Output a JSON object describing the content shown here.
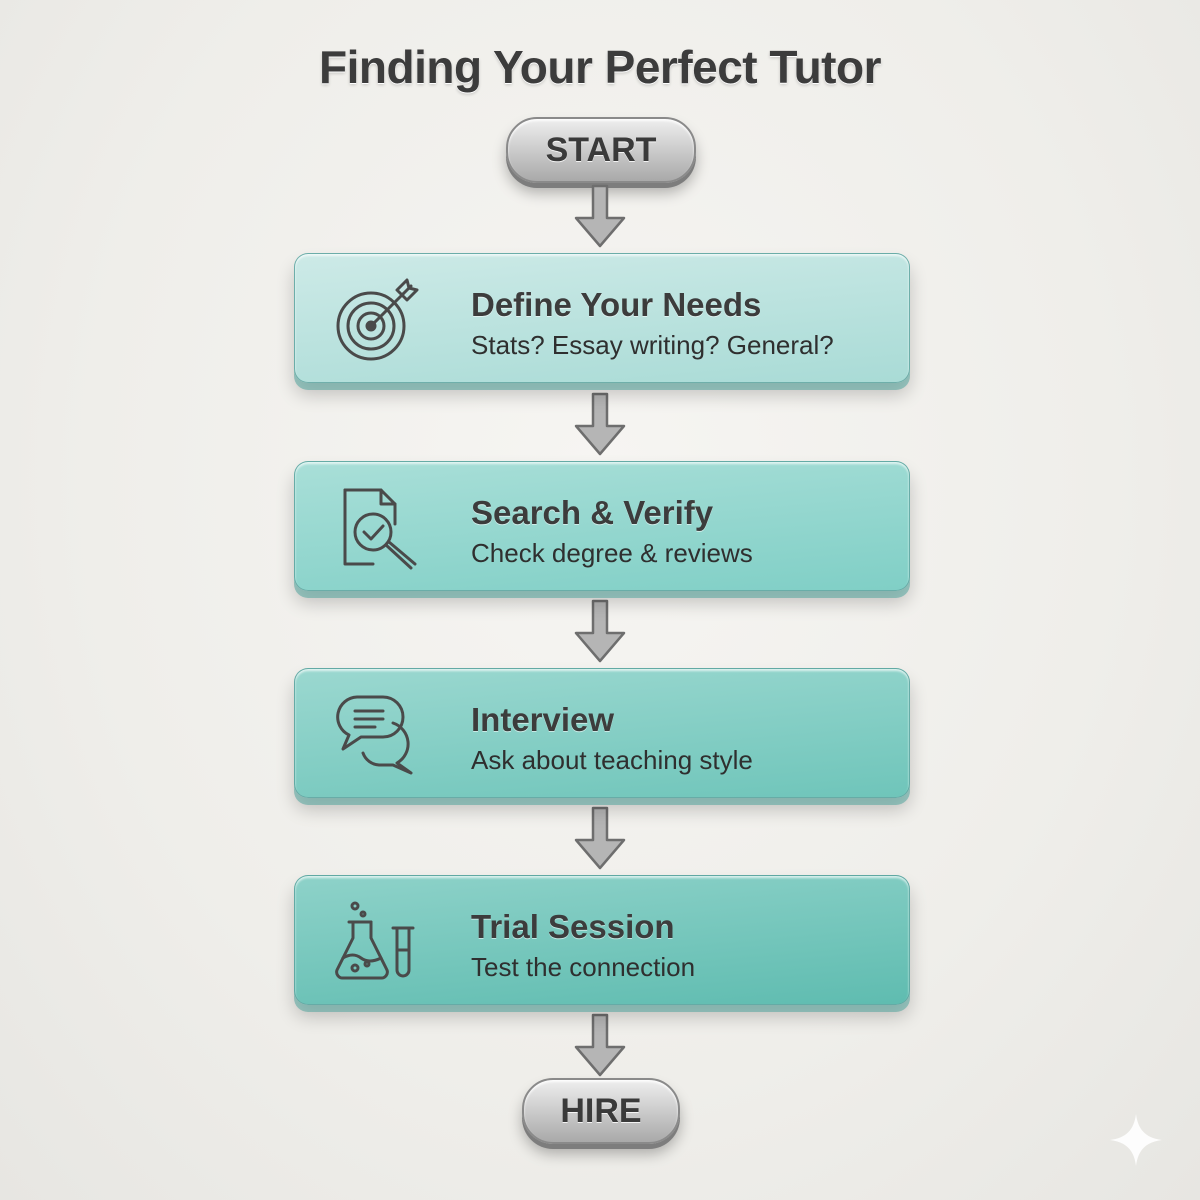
{
  "title": "Finding Your Perfect Tutor",
  "start_label": "START",
  "end_label": "HIRE",
  "steps": [
    {
      "title": "Define Your Needs",
      "subtitle": "Stats? Essay writing? General?",
      "icon": "target-icon"
    },
    {
      "title": "Search & Verify",
      "subtitle": "Check degree & reviews",
      "icon": "document-magnifier-check-icon"
    },
    {
      "title": "Interview",
      "subtitle": "Ask about teaching style",
      "icon": "chat-bubbles-icon"
    },
    {
      "title": "Trial Session",
      "subtitle": "Test the connection",
      "icon": "lab-flask-icon"
    }
  ],
  "colors": {
    "card_teal_light": "#cdeae7",
    "card_teal_dark": "#5fbcb0",
    "metal": "#b8b8b8",
    "text": "#3c3c3c",
    "background": "#efeeea"
  }
}
